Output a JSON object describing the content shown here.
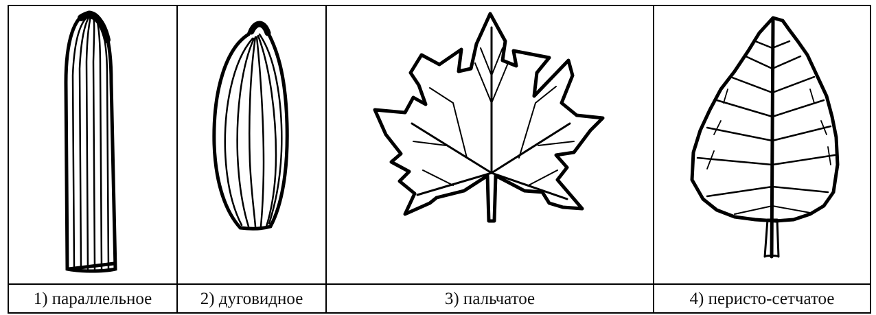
{
  "table": {
    "cells": [
      {
        "label": "1) параллельное",
        "venation": "parallel"
      },
      {
        "label": "2) дуговидное",
        "venation": "arcuate"
      },
      {
        "label": "3) пальчатое",
        "venation": "palmate"
      },
      {
        "label": "4) перисто-сетчатое",
        "venation": "pinnate-reticulate"
      }
    ]
  },
  "colors": {
    "ink": "#000000",
    "paper": "#ffffff"
  }
}
